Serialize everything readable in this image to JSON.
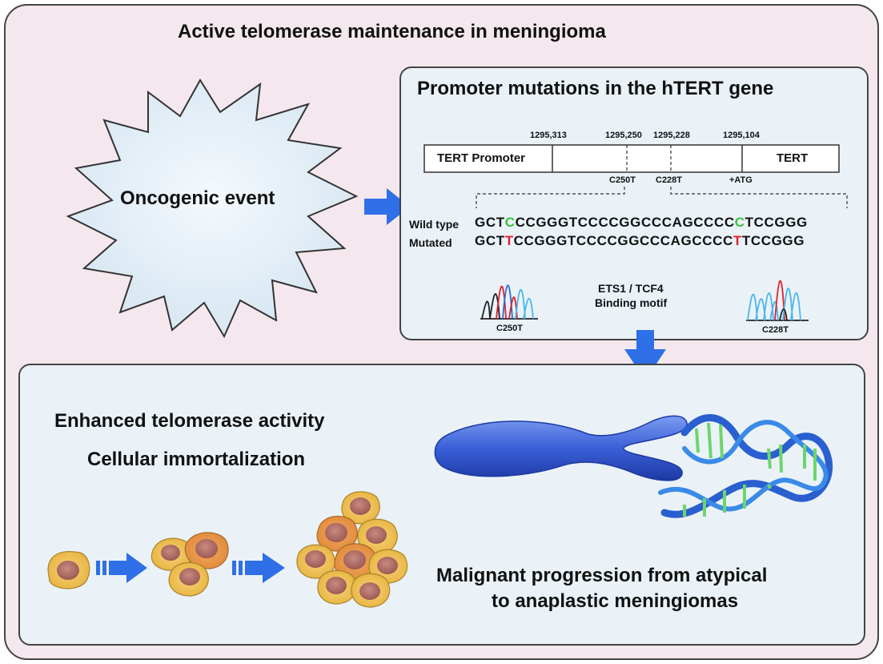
{
  "title": "Active telomerase maintenance in meningioma",
  "oncogenic_event": "Oncogenic event",
  "promoter_panel": {
    "title": "Promoter mutations in the hTERT gene",
    "positions": [
      "1295,313",
      "1295,250",
      "1295,228",
      "1295,104"
    ],
    "segment_promoter": "TERT Promoter",
    "segment_gene": "TERT",
    "mutation_labels": [
      "C250T",
      "C228T",
      "+ATG"
    ],
    "wild_type_label": "Wild type",
    "mutated_label": "Mutated",
    "wild_type_seq": {
      "a": "GCT",
      "m1": "C",
      "b": "CCGGGTCCCCGGCCCAGCCCC",
      "m2": "C",
      "c": "TCCGGG"
    },
    "mutated_seq": {
      "a": "GCT",
      "m1": "T",
      "b": "CCGGGTCCCCGGCCCAGCCCC",
      "m2": "T",
      "c": "TCCGGG"
    },
    "binding_motif_line1": "ETS1 / TCF4",
    "binding_motif_line2": "Binding motif",
    "chromatogram_labels": [
      "C250T",
      "C228T"
    ]
  },
  "bottom_panel": {
    "line1": "Enhanced telomerase activity",
    "line2": "Cellular immortalization",
    "progression_line1": "Malignant progression from atypical",
    "progression_line2": "to anaplastic meningiomas"
  },
  "colors": {
    "outer_fill": "#f4e8ee",
    "panel_fill": "#eaf2f8",
    "arrow_blue": "#2f6fe8",
    "wild_base": "#3cc43c",
    "mutant_base": "#e0202a",
    "cell_outer": "#f2c95a",
    "cell_nucleus": "#b5706a"
  }
}
